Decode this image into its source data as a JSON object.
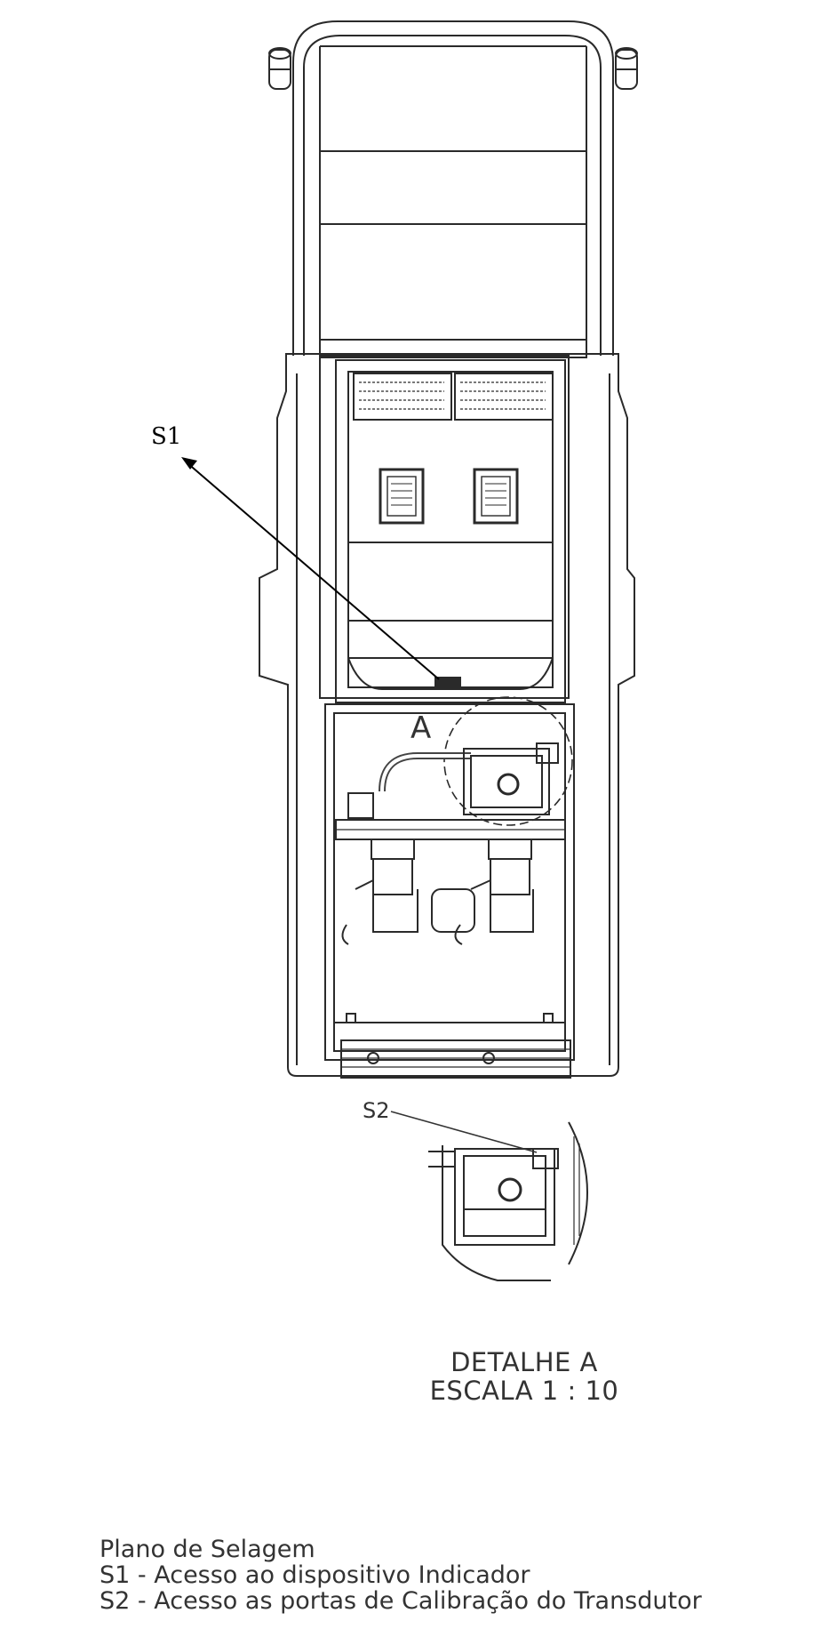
{
  "callouts": {
    "s1": "S1",
    "s2": "S2",
    "section": "A"
  },
  "detail": {
    "title": "DETALHE A",
    "scale": "ESCALA 1 : 10"
  },
  "legend": {
    "heading": "Plano de Selagem",
    "items": [
      "S1 - Acesso ao dispositivo Indicador",
      "S2 - Acesso as portas de Calibração do Transdutor"
    ]
  }
}
